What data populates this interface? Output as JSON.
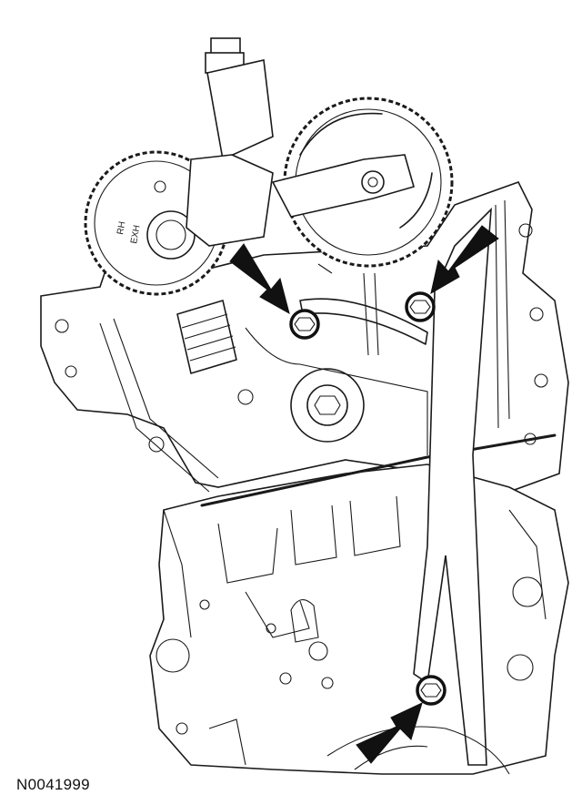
{
  "figure_id": "N0041999",
  "gear_markings": [
    "RH",
    "EXH"
  ]
}
